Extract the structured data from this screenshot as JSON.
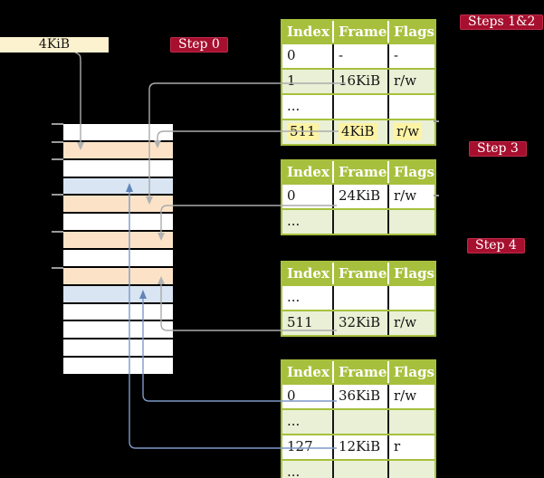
{
  "box": {
    "label": "4KiB"
  },
  "labels": {
    "step0": "Step 0",
    "steps12": "Steps 1&2",
    "step3": "Step 3",
    "step4": "Step 4"
  },
  "colors": {
    "background": "#000000",
    "box_bg": "#fcf2cf",
    "label_bg": "#a60f2e",
    "table_green": "#a6c03d",
    "row_green": "#eaf0d5",
    "row_white": "#ffffff",
    "frame_peach": "#fce3c7",
    "frame_blue": "#d9e5f3",
    "highlight_yellow": "#fdf3a4",
    "wire_gray": "#ababab",
    "wire_gray_arrow": "#b2b2b2",
    "wire_blue": "#7e99c8",
    "wire_blue_arrow": "#6285b8"
  },
  "memory": {
    "rows": [
      "white",
      "peach",
      "white",
      "blue",
      "peach",
      "white",
      "peach",
      "white",
      "peach",
      "blue",
      "white",
      "white",
      "white",
      "white"
    ]
  },
  "tables": [
    {
      "name": "steps-1-2-table",
      "columns": [
        "Index",
        "Frame",
        "Flags"
      ],
      "rows": [
        {
          "cells": [
            "0",
            "-",
            "-"
          ],
          "shade": "white",
          "highlight": false
        },
        {
          "cells": [
            "1",
            "16KiB",
            "r/w"
          ],
          "shade": "green",
          "highlight": false
        },
        {
          "cells": [
            "...",
            "",
            ""
          ],
          "shade": "white",
          "highlight": false
        },
        {
          "cells": [
            "511",
            "4KiB",
            "r/w"
          ],
          "shade": "green",
          "highlight": true
        }
      ]
    },
    {
      "name": "step-3-table",
      "columns": [
        "Index",
        "Frame",
        "Flags"
      ],
      "rows": [
        {
          "cells": [
            "0",
            "24KiB",
            "r/w"
          ],
          "shade": "white",
          "highlight": false
        },
        {
          "cells": [
            "...",
            "",
            ""
          ],
          "shade": "green",
          "highlight": false
        }
      ]
    },
    {
      "name": "step-4-table",
      "columns": [
        "Index",
        "Frame",
        "Flags"
      ],
      "rows": [
        {
          "cells": [
            "...",
            "",
            ""
          ],
          "shade": "white",
          "highlight": false
        },
        {
          "cells": [
            "511",
            "32KiB",
            "r/w"
          ],
          "shade": "green",
          "highlight": false
        }
      ]
    },
    {
      "name": "final-level-table",
      "columns": [
        "Index",
        "Frame",
        "Flags"
      ],
      "rows": [
        {
          "cells": [
            "0",
            "36KiB",
            "r/w"
          ],
          "shade": "white",
          "highlight": false
        },
        {
          "cells": [
            "...",
            "",
            ""
          ],
          "shade": "green",
          "highlight": false
        },
        {
          "cells": [
            "127",
            "12KiB",
            "r"
          ],
          "shade": "white",
          "highlight": false
        },
        {
          "cells": [
            "...",
            "",
            ""
          ],
          "shade": "green",
          "highlight": false
        }
      ]
    }
  ],
  "connections": [
    {
      "from": "4KiB-box",
      "to": "frame-4KiB",
      "color": "gray"
    },
    {
      "from": "table1-index-1",
      "to": "frame-16KiB",
      "color": "gray"
    },
    {
      "from": "table1-index-511",
      "to": "frame-4KiB",
      "color": "gray"
    },
    {
      "from": "table2-index-0",
      "to": "frame-24KiB",
      "color": "gray"
    },
    {
      "from": "table3-index-511",
      "to": "frame-32KiB",
      "color": "gray"
    },
    {
      "from": "table4-index-0",
      "to": "frame-36KiB",
      "color": "blue"
    },
    {
      "from": "table4-index-127",
      "to": "frame-12KiB",
      "color": "blue"
    }
  ]
}
